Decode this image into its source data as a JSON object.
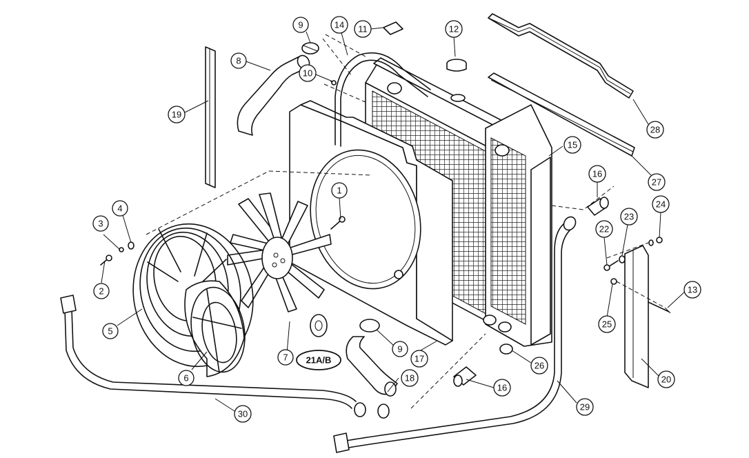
{
  "callouts": {
    "p1": "1",
    "p2": "2",
    "p3": "3",
    "p4": "4",
    "p5": "5",
    "p6": "6",
    "p7": "7",
    "p8": "8",
    "p9a": "9",
    "p9b": "9",
    "p10": "10",
    "p11": "11",
    "p12": "12",
    "p13": "13",
    "p14": "14",
    "p15": "15",
    "p16a": "16",
    "p16b": "16",
    "p17": "17",
    "p18": "18",
    "p19": "19",
    "p20": "20",
    "p21": "21A/B",
    "p22": "22",
    "p23": "23",
    "p24": "24",
    "p25": "25",
    "p26": "26",
    "p27": "27",
    "p28": "28",
    "p29": "29",
    "p30": "30"
  }
}
